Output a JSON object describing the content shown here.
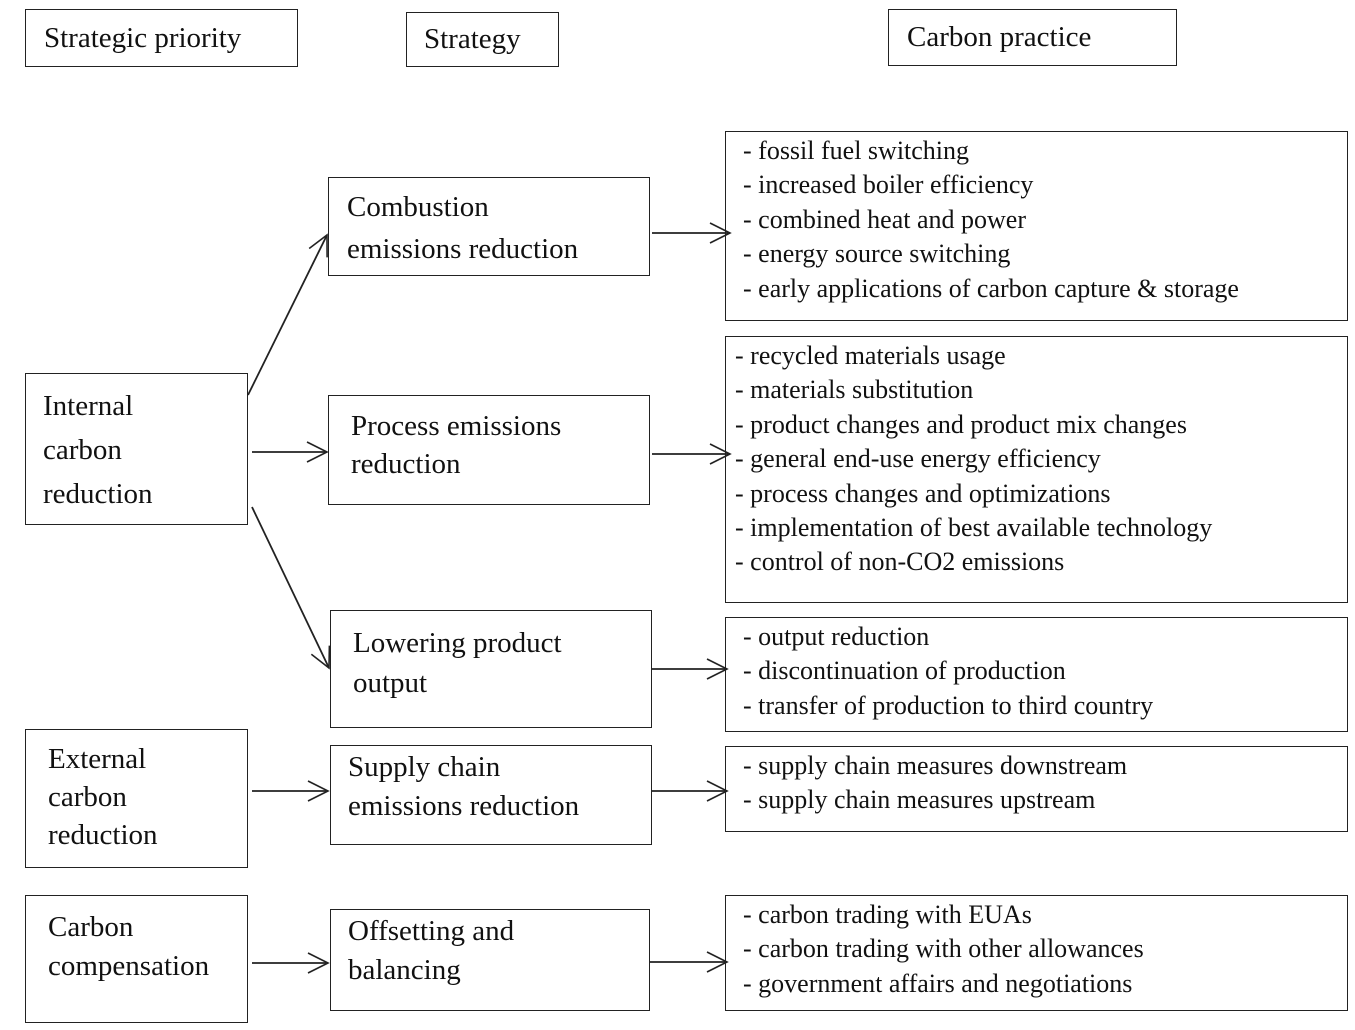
{
  "headers": {
    "strategic_priority": "Strategic priority",
    "strategy": "Strategy",
    "carbon_practice": "Carbon practice"
  },
  "priorities": {
    "internal": "Internal\ncarbon\nreduction",
    "external": "External\ncarbon\nreduction",
    "compensation": "Carbon\ncompensation"
  },
  "strategies": {
    "combustion": "Combustion\nemissions reduction",
    "process": "Process emissions\nreduction",
    "lowering": "Lowering product\noutput",
    "supply": "Supply chain\nemissions reduction",
    "offsetting": "Offsetting and\nbalancing"
  },
  "practices": {
    "combustion": [
      "- fossil fuel switching",
      "- increased boiler efficiency",
      "- combined heat and power",
      "- energy source switching",
      "- early applications of carbon capture & storage"
    ],
    "process": [
      "- recycled materials usage",
      "- materials substitution",
      "- product changes and product mix changes",
      "- general end-use energy efficiency",
      "- process changes and optimizations",
      "- implementation of best available technology",
      "- control of non-CO2 emissions"
    ],
    "lowering": [
      "- output reduction",
      "- discontinuation of production",
      "- transfer of production to third country"
    ],
    "supply": [
      "- supply chain measures downstream",
      "- supply chain measures upstream"
    ],
    "offsetting": [
      "- carbon trading with EUAs",
      "- carbon trading with other allowances",
      "- government affairs and negotiations"
    ]
  }
}
